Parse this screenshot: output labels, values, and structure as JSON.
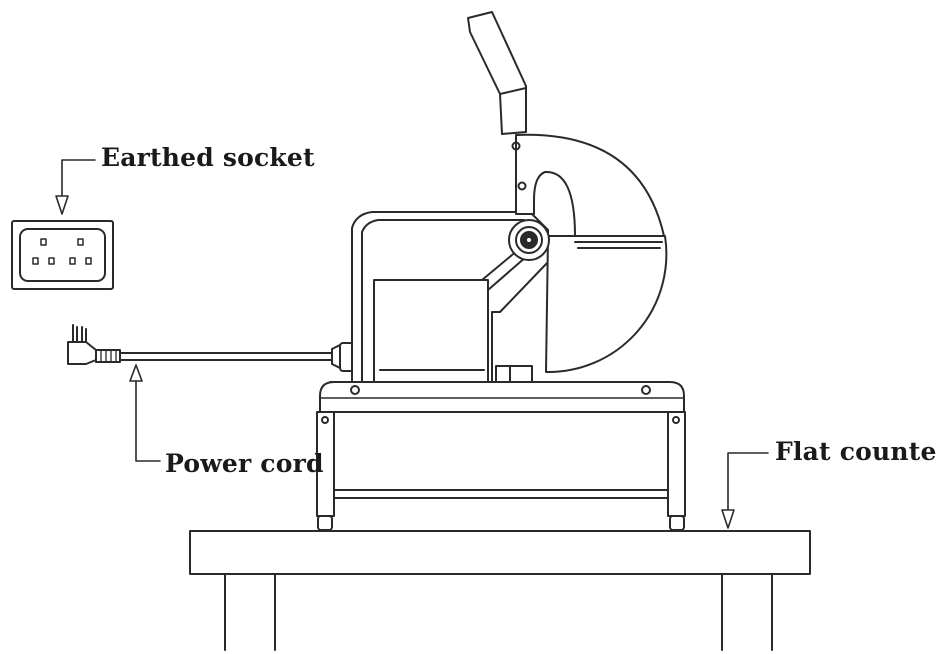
{
  "labels": {
    "earthed_socket": "Earthed  socket",
    "power_cord": "Power cord",
    "flat_counter": "Flat counter"
  },
  "colors": {
    "line": "#2a2a2a",
    "background": "#ffffff",
    "fill": "#ffffff"
  }
}
